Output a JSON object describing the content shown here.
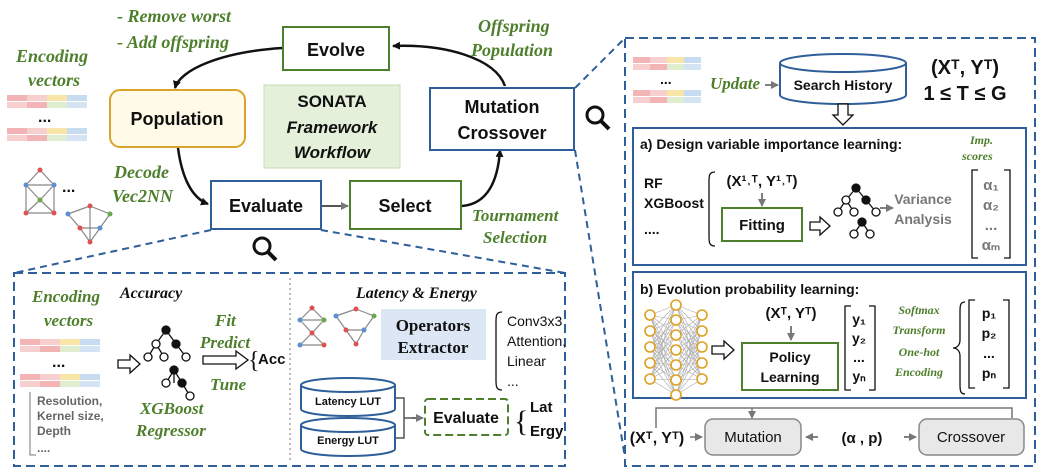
{
  "colors": {
    "blue": "#2e5f9a",
    "green": "#4e7f2c",
    "orange": "#d9a42b",
    "orange_fill": "#fffbe8",
    "green_fill": "#e4f0da",
    "gray_box": "#e8e8e8",
    "operators_fill": "#dce6f4",
    "neuron": "#e0a020"
  },
  "workflow": {
    "evolve": "Evolve",
    "population": "Population",
    "evaluate": "Evaluate",
    "select": "Select",
    "mutation": "Mutation",
    "crossover": "Crossover",
    "center_line1": "SONATA",
    "center_line2": "Framework",
    "center_line3": "Workflow",
    "remove_worst": "- Remove worst",
    "add_offspring": "- Add offspring",
    "offspring_line1": "Offspring",
    "offspring_line2": "Population",
    "decode_line1": "Decode",
    "decode_line2": "Vec2NN",
    "tournament_line1": "Tournament",
    "tournament_line2": "Selection",
    "encoding_line1": "Encoding",
    "encoding_line2": "vectors",
    "ellipsis": "...",
    "graph_ellipsis": "..."
  },
  "evaluate_panel": {
    "encoding_line1": "Encoding",
    "encoding_line2": "vectors",
    "accuracy": "Accuracy",
    "fit": "Fit",
    "predict": "Predict",
    "tune": "Tune",
    "acc": "Acc",
    "xgb_line1": "XGBoost",
    "xgb_line2": "Regressor",
    "features_line1": "Resolution,",
    "features_line2": "Kernel size,",
    "features_line3": "Depth",
    "features_line4": "....",
    "ellipsis": "...",
    "latency_energy": "Latency & Energy",
    "operators_line1": "Operators",
    "operators_line2": "Extractor",
    "ops_line1": "Conv3x3",
    "ops_line2": "Attention,",
    "ops_line3": "Linear",
    "ops_line4": "...",
    "latency_lut": "Latency LUT",
    "energy_lut": "Energy LUT",
    "evaluate": "Evaluate",
    "lat": "Lat",
    "ergy": "Ergy"
  },
  "search_panel": {
    "update": "Update",
    "search_history": "Search History",
    "xy_label": "(Xᵀ, Yᵀ)",
    "range": "1 ≤ T ≤ G",
    "ellipsis": "...",
    "a_title": "a) Design variable importance learning:",
    "imp_line1": "Imp.",
    "imp_line2": "scores",
    "rf": "RF",
    "xgboost": "XGBoost",
    "dots": "....",
    "x1t": "(X¹˒ᵀ, Y¹˒ᵀ)",
    "fitting": "Fitting",
    "variance": "Variance",
    "analysis": "Analysis",
    "alpha1": "α₁",
    "alpha2": "α₂",
    "alpha_dots": "...",
    "alpham": "αₘ",
    "b_title": "b) Evolution probability learning:",
    "xt": "(Xᵀ, Yᵀ)",
    "y1": "y₁",
    "y2": "y₂",
    "y_dots": "...",
    "yn": "yₙ",
    "policy_line1": "Policy",
    "policy_line2": "Learning",
    "softmax": "Softmax",
    "transform": "Transform",
    "onehot": "One-hot",
    "encoding": "Encoding",
    "p1": "p₁",
    "p2": "p₂",
    "p_dots": "...",
    "pn": "pₙ",
    "bottom_xy": "(Xᵀ, Yᵀ)",
    "mutation": "Mutation",
    "alpha_p": "(α , p)",
    "crossover": "Crossover"
  }
}
